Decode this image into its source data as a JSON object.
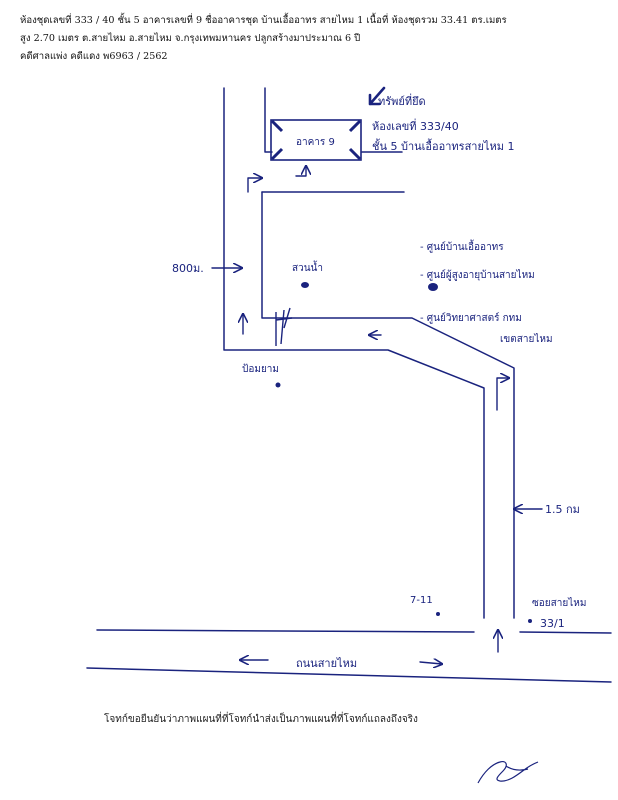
{
  "header": {
    "line1": "ห้องชุดเลขที่ 333 / 40  ชั้น 5  อาคารเลขที่ 9  ชื่ออาคารชุด บ้านเอื้ออาทร สายไหม 1 เนื้อที่ ห้องชุดรวม 33.41  ตร.เมตร",
    "line2": "สูง 2.70 เมตร  ต.สายไหม   อ.สายไหม  จ.กรุงเทพมหานคร  ปลูกสร้างมาประมาณ 6  ปี",
    "line3": "คดีศาลแพ่ง  คดีแดง พ6963 / 2562"
  },
  "map": {
    "target_label": "ทรัพย์ที่ยึด",
    "building_label": "อาคาร 9",
    "address_line1": "ห้องเลขที่ 333/40",
    "address_line2": "ชั้น 5  บ้านเอื้ออาทรสายไหม 1",
    "distance_left": "800ม.",
    "pond_label": "สวนน้ำ",
    "landmarks": [
      "- ศูนย์บ้านเอื้ออาทร",
      "- ศูนย์ผู้สูงอายุบ้านสายไหม",
      "- ศูนย์วิทยาศาสตร์ กทม",
      "เขตสายไหม"
    ],
    "checkpoint_label": "ป้อมยาม",
    "distance_right": "1.5 กม",
    "store_label": "7-11",
    "soi_label": "ซอยสายไหม",
    "soi_number": "33/1",
    "road_label": "ถนนสายไหม"
  },
  "footer": {
    "note": "โจทก์ขอยืนยันว่าภาพแผนที่ที่โจทก์นำส่งเป็นภาพแผนที่ที่โจทก์แถลงถึงจริง"
  },
  "colors": {
    "ink": "#1a237e",
    "print": "#111111"
  }
}
